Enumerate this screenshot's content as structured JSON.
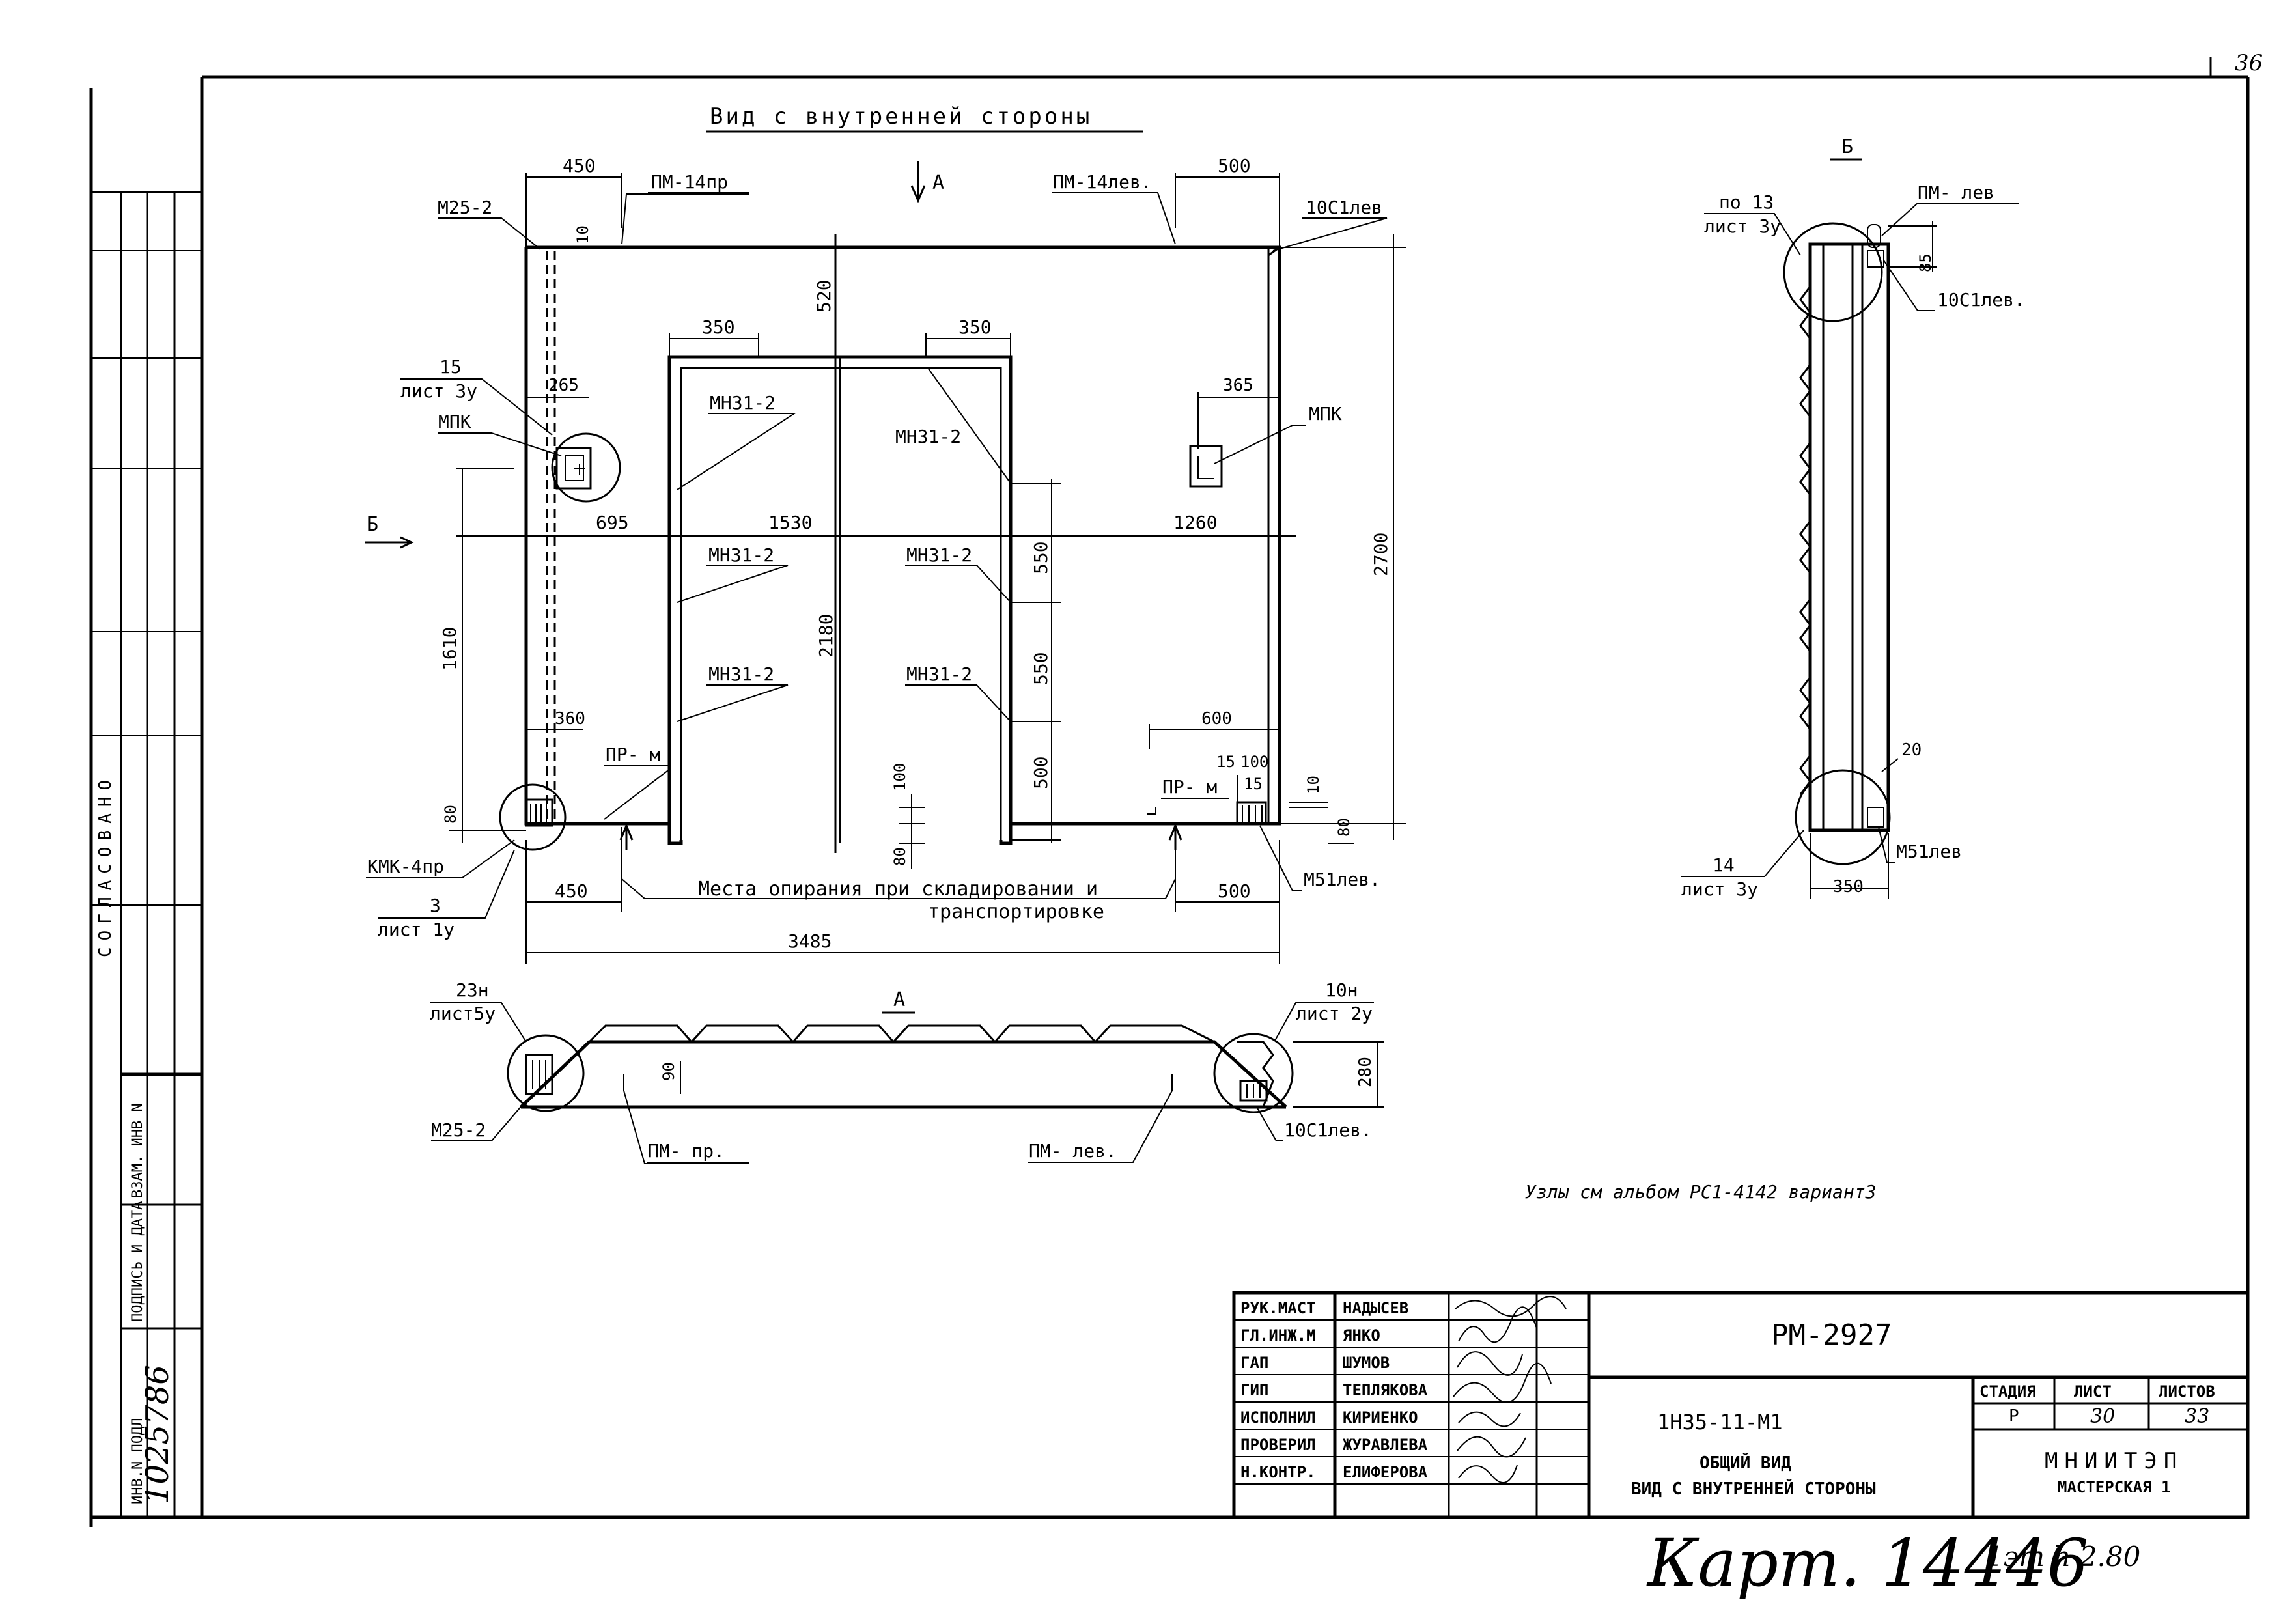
{
  "page_number": "36",
  "main_view": {
    "title": "Вид с внутренней стороны",
    "arrow_a": "A",
    "arrow_b": "Б",
    "labels": {
      "m25_2": "М25-2",
      "pm14pr": "ПМ-14пр",
      "pm14lev": "ПМ-14лев.",
      "s10c1lev": "10С1лев",
      "ref15": "15",
      "list3u": "лист 3у",
      "mpk_left": "МПК",
      "mpk_right": "МПК",
      "mn31_a": "МН31-2",
      "mn31_b": "МН31-2",
      "mn31_c": "МН31-2",
      "mn31_d": "МН31-2",
      "mn31_e": "МН31-2",
      "mn31_f": "МН31-2",
      "pr_m_left": "ПР-  м",
      "pr_m_right": "ПР-  м",
      "kmk": "КМК-4пр",
      "ref3": "3",
      "list1u": "лист 1у",
      "m51lev": "М51лев.",
      "support_note_1": "Места опирания при складировании и",
      "support_note_2": "транспортировке"
    },
    "dims": {
      "d450_top": "450",
      "d500_top": "500",
      "d10_top": "10",
      "d520": "520",
      "d350_a": "350",
      "d350_b": "350",
      "d265": "265",
      "d365": "365",
      "d695": "695",
      "d1530": "1530",
      "d1260": "1260",
      "d2700": "2700",
      "d1610": "1610",
      "d2180": "2180",
      "d550_a": "550",
      "d550_b": "550",
      "d500_v": "500",
      "d360": "360",
      "d600": "600",
      "d100_mid": "100",
      "d80_mid": "80",
      "d80_left": "80",
      "d15": "15",
      "d100_r": "100",
      "d15b": "15",
      "d10_r": "10",
      "d80_r": "80",
      "d450_bot": "450",
      "d500_bot": "500",
      "d3485": "3485"
    }
  },
  "section_a": {
    "title": "A",
    "ref23": "23н",
    "list5u": "лист5у",
    "ref10": "10н",
    "list2u": "лист 2у",
    "m25_2": "М25-2",
    "pm_pr": "ПМ-   пр.",
    "pm_lev": "ПМ-   лев.",
    "s10c1": "10С1лев.",
    "d90": "90",
    "d280": "280"
  },
  "section_b": {
    "title": "Б",
    "po13": "по 13",
    "list3u_top": "лист 3у",
    "pm_lev": "ПМ-   лев",
    "s10c1": "10С1лев.",
    "d85": "85",
    "d20": "20",
    "ref14": "14",
    "list3u_bot": "лист 3у",
    "m51lev": "М51лев",
    "d350": "350"
  },
  "notes": {
    "nodes": "Узлы см  альбом РС1-4142 вариант3"
  },
  "side_stamp": {
    "agreed": "СОГЛАСОВАНО",
    "col1": "ИНВ.N ПОДЛ",
    "col2": "ПОДПИСЬ И ДАТА",
    "col3": "ВЗАМ. ИНВ N",
    "inv_number": "1025786"
  },
  "title_block": {
    "roles": [
      {
        "role": "РУК.МАСТ",
        "name": "НАДЫСЕВ"
      },
      {
        "role": "ГЛ.ИНЖ.М",
        "name": "ЯНКО"
      },
      {
        "role": "ГАП",
        "name": "ШУМОВ"
      },
      {
        "role": "ГИП",
        "name": "ТЕПЛЯКОВА"
      },
      {
        "role": "ИСПОЛНИЛ",
        "name": "КИРИЕНКО"
      },
      {
        "role": "ПРОВЕРИЛ",
        "name": "ЖУРАВЛЕВА"
      },
      {
        "role": "Н.КОНТР.",
        "name": "ЕЛИФЕРОВА"
      }
    ],
    "doc_code": "РМ-2927",
    "series": "1Н35-11-М1",
    "name_1": "ОБЩИЙ ВИД",
    "name_2": "ВИД С ВНУТРЕННЕЙ СТОРОНЫ",
    "stage_label": "СТАДИЯ",
    "sheet_label": "ЛИСТ",
    "sheets_label": "ЛИСТОВ",
    "stage": "Р",
    "sheet": "30",
    "sheets": "33",
    "org": "МНИИТЭП",
    "workshop": "МАСТЕРСКАЯ 1"
  },
  "handwritten_footer": {
    "card": "Карт. 14446",
    "extra": "1эт  h 2.80"
  }
}
